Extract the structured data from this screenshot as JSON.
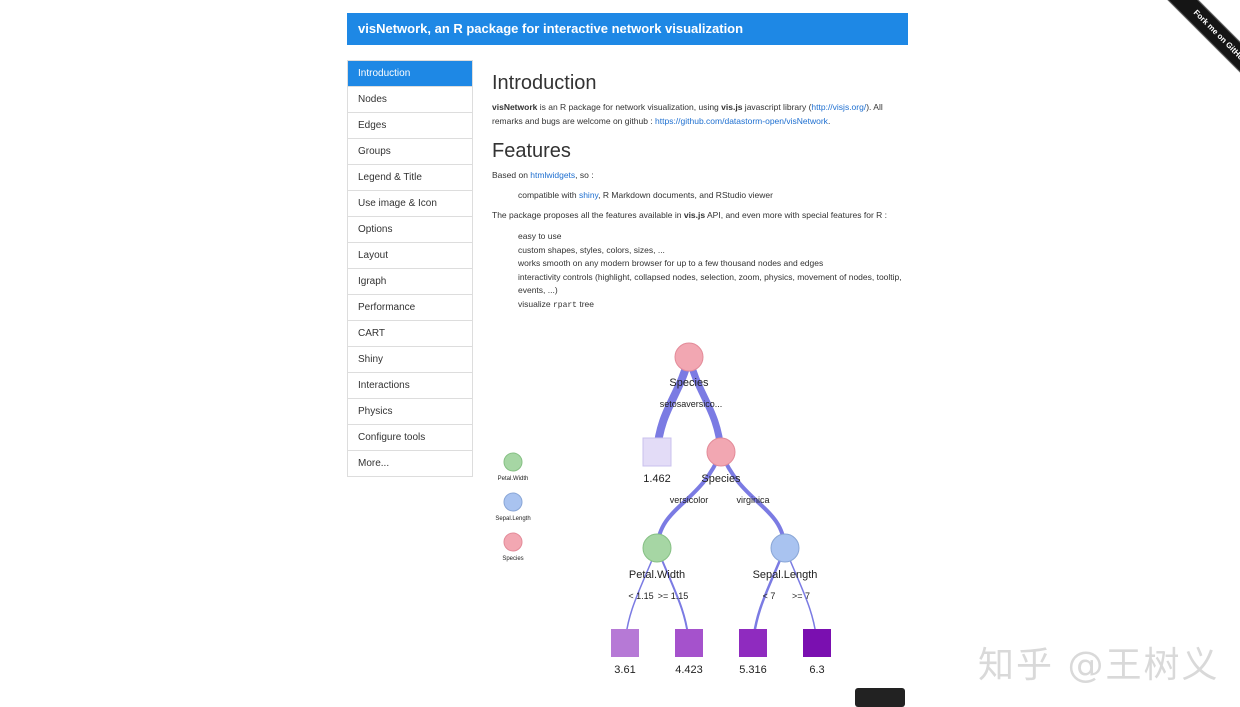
{
  "header": {
    "title": "visNetwork, an R package for interactive network visualization"
  },
  "ribbon": {
    "label": "Fork me on GitHub"
  },
  "sidebar": {
    "items": [
      {
        "label": "Introduction"
      },
      {
        "label": "Nodes"
      },
      {
        "label": "Edges"
      },
      {
        "label": "Groups"
      },
      {
        "label": "Legend & Title"
      },
      {
        "label": "Use image & Icon"
      },
      {
        "label": "Options"
      },
      {
        "label": "Layout"
      },
      {
        "label": "Igraph"
      },
      {
        "label": "Performance"
      },
      {
        "label": "CART"
      },
      {
        "label": "Shiny"
      },
      {
        "label": "Interactions"
      },
      {
        "label": "Physics"
      },
      {
        "label": "Configure tools"
      },
      {
        "label": "More..."
      }
    ]
  },
  "intro": {
    "heading": "Introduction",
    "pkg": "visNetwork",
    "t1": " is an R package for network visualization, using ",
    "visjs": "vis.js",
    "t2": " javascript library (",
    "visjs_url": "http://visjs.org/",
    "t3": "). All remarks and bugs are welcome on github : ",
    "github_url": "https://github.com/datastorm-open/visNetwork",
    "t4": "."
  },
  "features": {
    "heading": "Features",
    "based_on": "Based on ",
    "htmlwidgets": "htmlwidgets",
    "so": ", so :",
    "compat_pre": "compatible with ",
    "shiny": "shiny",
    "compat_post": ", R Markdown documents, and RStudio viewer",
    "proposes_pre": "The package proposes all the features available in ",
    "visjs": "vis.js",
    "proposes_post": " API, and even more with special features for R :",
    "list": [
      "easy to use",
      "custom shapes, styles, colors, sizes, ...",
      "works smooth on any modern browser for up to a few thousand nodes and edges",
      "interactivity controls (highlight, collapsed nodes, selection, zoom, physics, movement of nodes, tooltip, events, ...)"
    ],
    "visualize_pre": "visualize ",
    "rpart": "rpart",
    "visualize_post": " tree"
  },
  "tree": {
    "legend": [
      "Petal.Width",
      "Sepal.Length",
      "Species"
    ],
    "node_labels": {
      "root": "Species",
      "leaf1": "1.462",
      "species2": "Species",
      "petal": "Petal.Width",
      "sepal": "Sepal.Length",
      "leaf2": "3.61",
      "leaf3": "4.423",
      "leaf4": "5.316",
      "leaf5": "6.3"
    },
    "edge_labels": {
      "root_split": "setosaversico...",
      "versicolor": "versicolor",
      "virginica": "virginica",
      "lt115": "< 1.15",
      "ge115": ">= 1.15",
      "lt7": "< 7",
      "ge7": ">= 7"
    },
    "colors": {
      "species": "#f2a7b2",
      "petal": "#a6d6a4",
      "sepal": "#a9c3f0",
      "edge": "#7b7be3",
      "leaf1": "#e3dcf7",
      "leaf2": "#b679d6",
      "leaf3": "#a552cc",
      "leaf4": "#8f2bbf",
      "leaf5": "#7a0fb0"
    }
  },
  "watermark": {
    "text": "知乎 @王树义"
  }
}
